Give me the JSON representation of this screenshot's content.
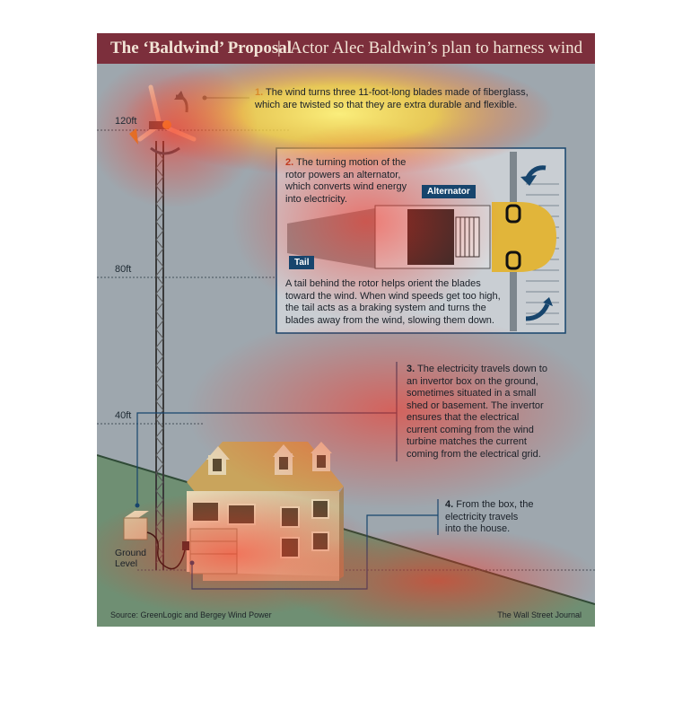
{
  "header": {
    "title": "The ‘Baldwind’ Proposal",
    "separator": "|",
    "subtitle": "Actor Alec Baldwin’s plan to harness wind"
  },
  "altitudes": [
    "120ft",
    "80ft",
    "40ft"
  ],
  "ground_level": [
    "Ground",
    "Level"
  ],
  "steps": [
    {
      "number": "1.",
      "lines": [
        "The wind turns three 11-foot-long blades made of fiberglass,",
        "which are twisted so that they are extra durable and flexible."
      ]
    },
    {
      "number": "2.",
      "lines": [
        "The turning motion of the",
        "rotor powers an alternator,",
        "which converts wind energy",
        "into electricity."
      ]
    },
    {
      "number": "3.",
      "lines": [
        "The electricity travels down to",
        "an invertor box on the ground,",
        "sometimes situated in a small",
        "shed or basement. The invertor",
        "ensures that the electrical",
        "current coming from the wind",
        "turbine matches the current",
        "coming from the electrical grid."
      ]
    },
    {
      "number": "4.",
      "lines": [
        "From the box, the",
        "electricity travels",
        "into the house."
      ]
    }
  ],
  "tail_note": [
    "A tail behind the rotor helps orient the blades",
    "toward the wind. When wind speeds get too high,",
    "the tail acts as a braking system and turns the",
    "blades away from the wind, slowing them down."
  ],
  "tags": {
    "alternator": "Alternator",
    "tail": "Tail"
  },
  "footer": {
    "source": "Source: GreenLogic and Bergey Wind Power",
    "credit": "The Wall Street Journal"
  },
  "colors": {
    "header": "#7c2f3c",
    "sky": "#9ea7ae",
    "ground": "#6f8f73",
    "tag": "#17456d",
    "hub": "#e1b53a"
  }
}
